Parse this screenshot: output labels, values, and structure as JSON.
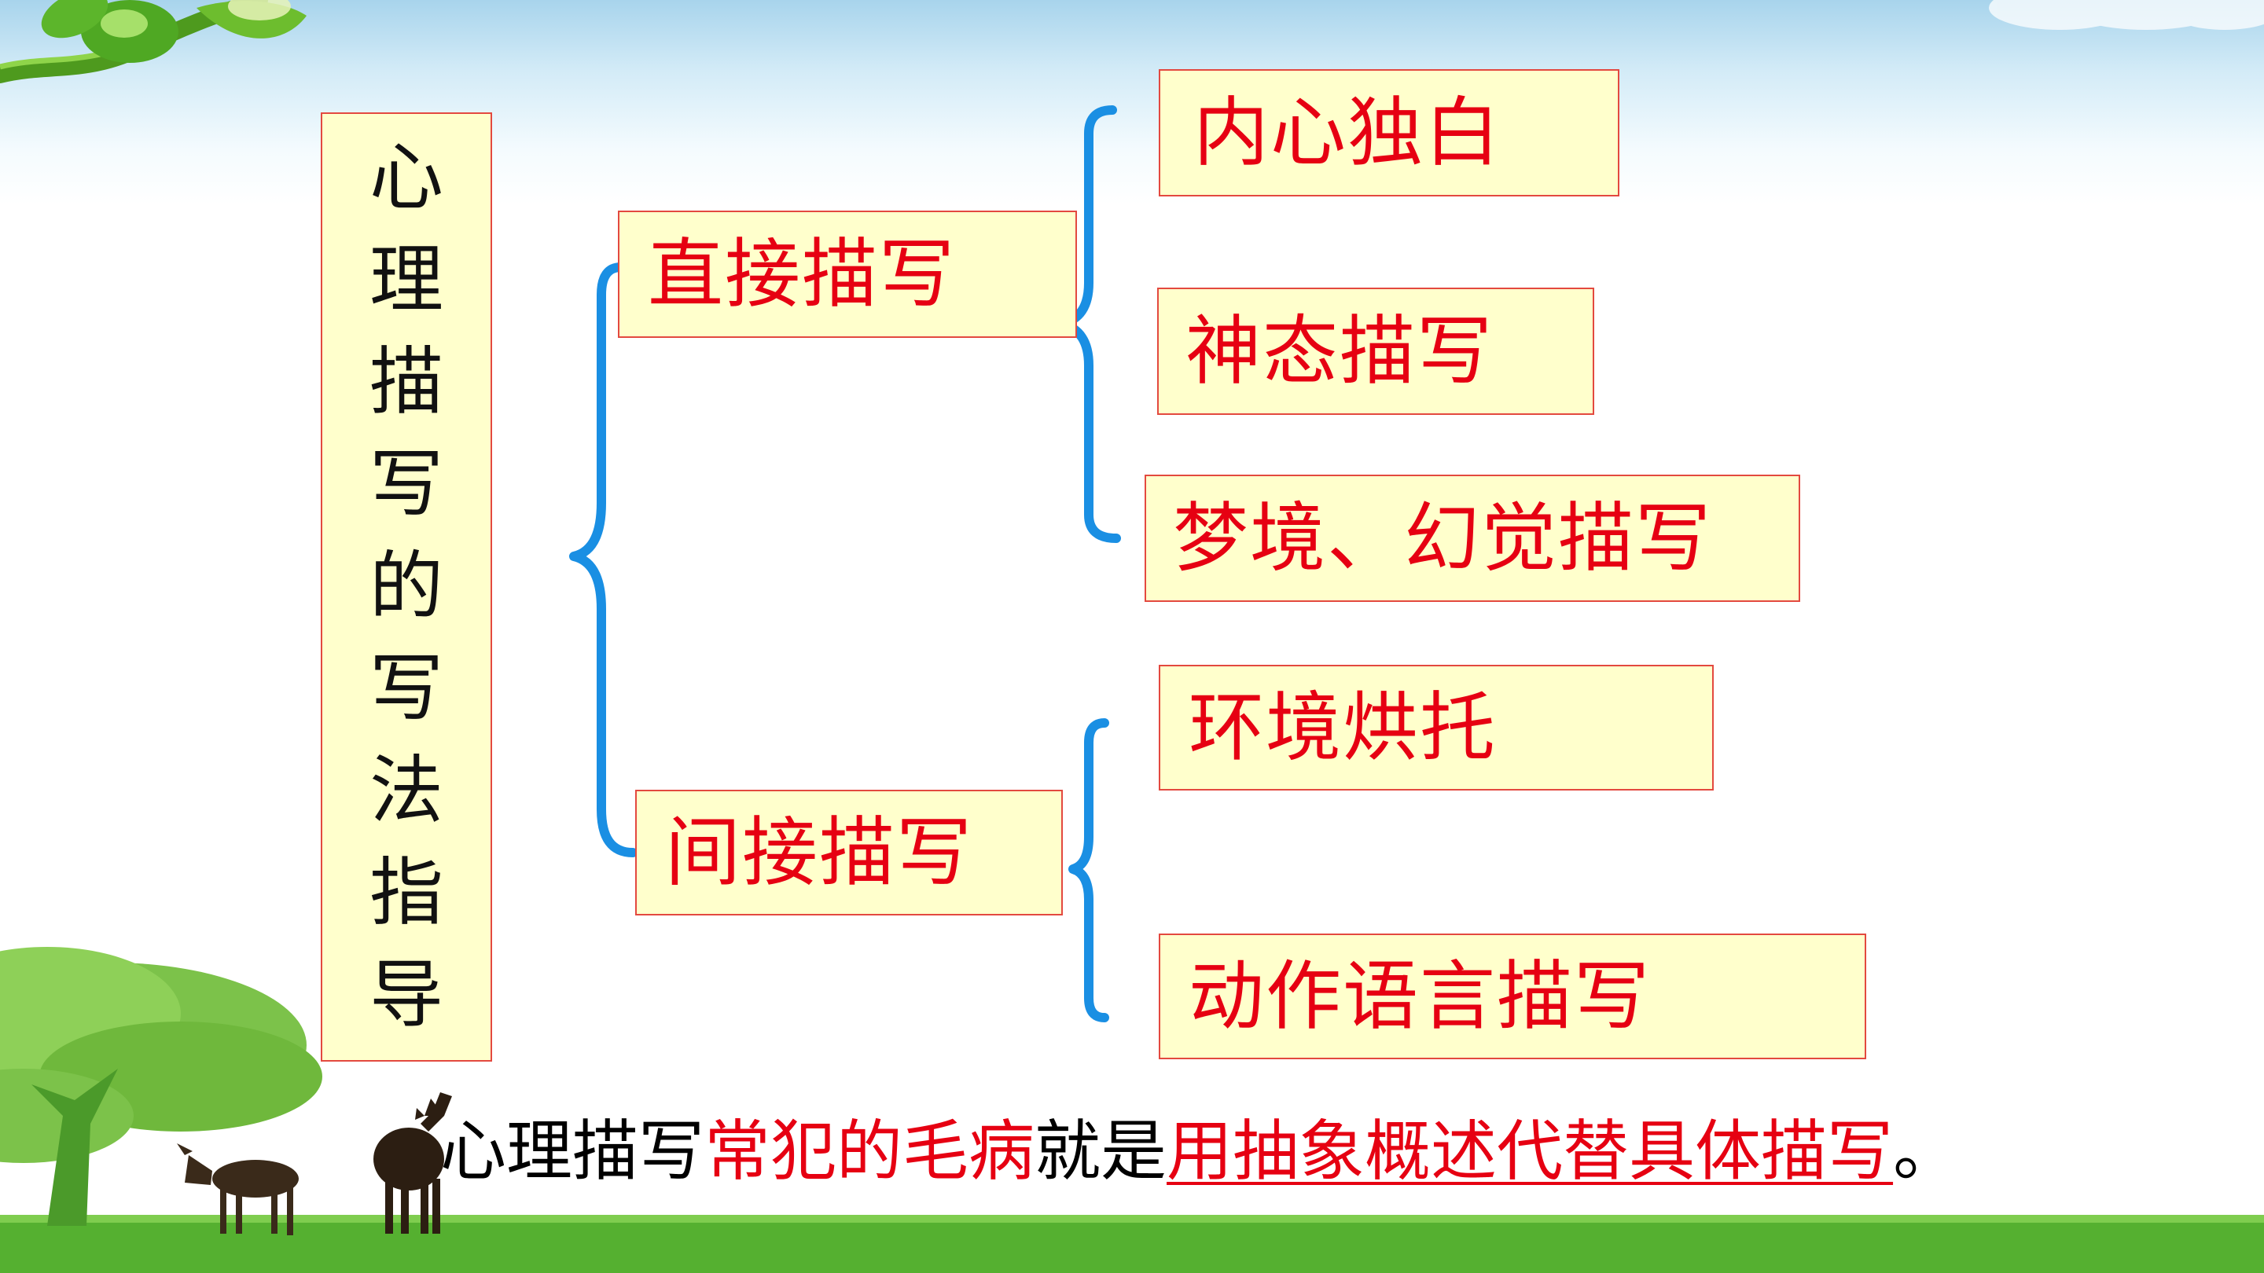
{
  "title_chars": [
    "心",
    "理",
    "描",
    "写",
    "的",
    "写",
    "法",
    "指",
    "导"
  ],
  "direct": {
    "label": "直接描写",
    "items": [
      "内心独白",
      "神态描写",
      "梦境、幻觉描写"
    ]
  },
  "indirect": {
    "label": "间接描写",
    "items": [
      "环境烘托",
      "动作语言描写"
    ]
  },
  "caption": {
    "part1": "心理描写",
    "part2": "常犯的毛病",
    "part3": "就是",
    "part4": "用抽象概述代替具体描写",
    "part5": "。"
  },
  "colors": {
    "box_fill": "#ffffcc",
    "box_border": "#e3493f",
    "label_red": "#e60012",
    "bracket_blue": "#1a8fe3",
    "grass_green": "#55b030"
  },
  "icons": [
    "vine-leaves-icon",
    "tree-icon",
    "antelope-icon",
    "deer-icon"
  ]
}
